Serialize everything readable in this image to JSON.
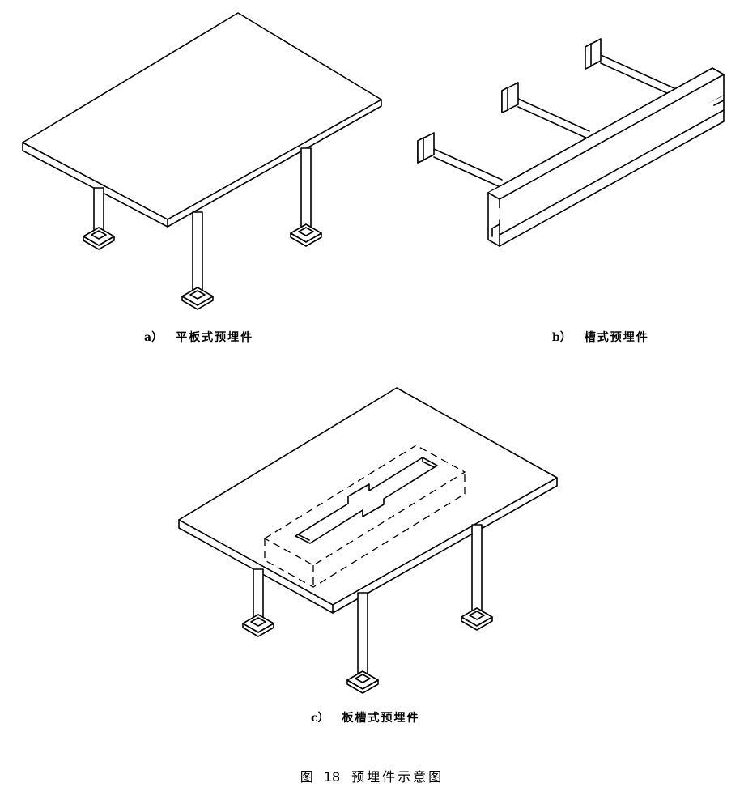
{
  "figures": [
    {
      "label": "a）",
      "caption": "平板式预埋件"
    },
    {
      "label": "b）",
      "caption": "槽式预埋件"
    },
    {
      "label": "c）",
      "caption": "板槽式预埋件"
    }
  ],
  "figure_title": {
    "prefix": "图",
    "number": "18",
    "text": "预埋件示意图"
  }
}
